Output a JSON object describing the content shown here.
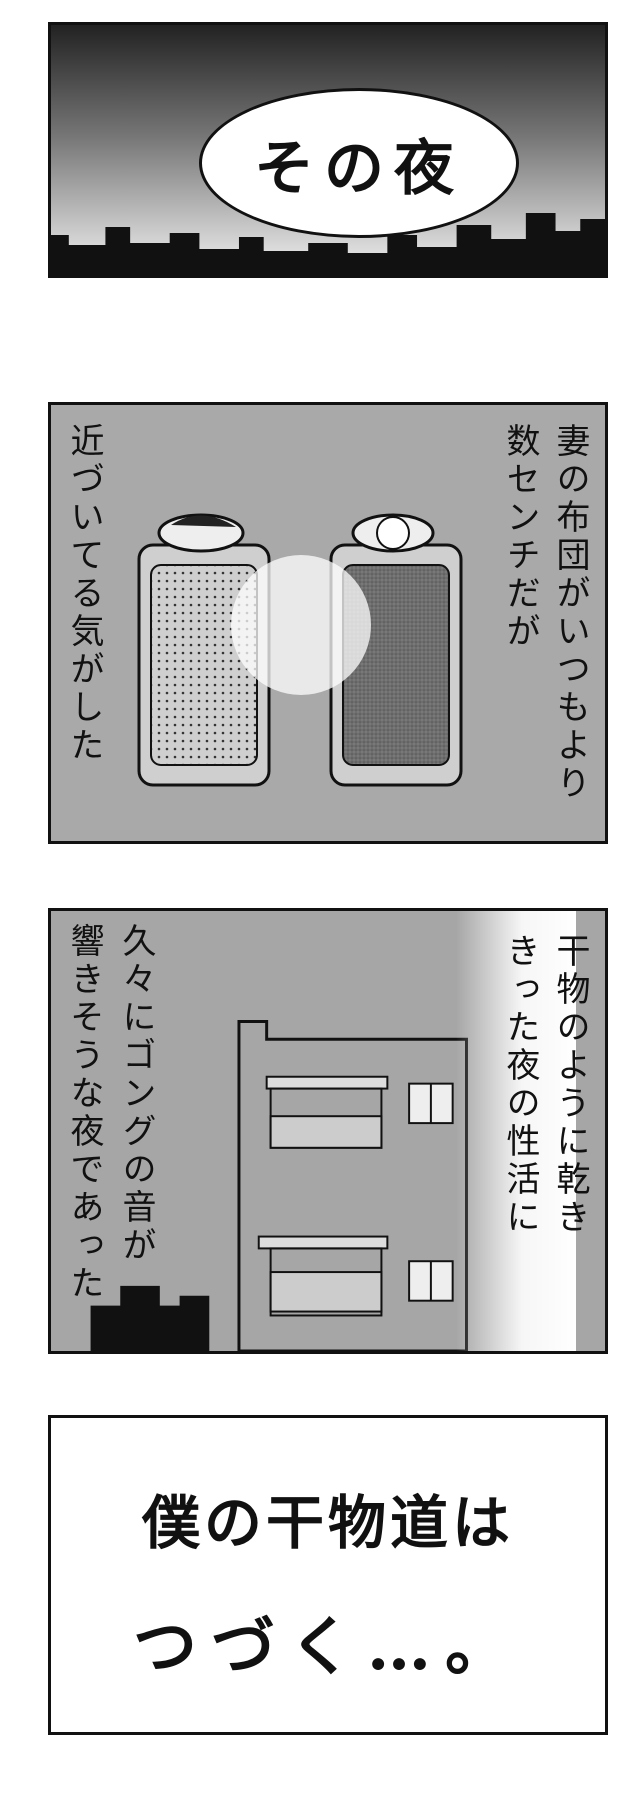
{
  "panel1": {
    "caption": "その夜"
  },
  "panel2": {
    "lines": [
      "妻の布団がいつもより",
      "数センチだが",
      "近づいてる気がした"
    ]
  },
  "panel3": {
    "lines": [
      "干物のように乾き",
      "きった夜の性活に",
      "久々にゴングの音が",
      "響きそうな夜であった"
    ]
  },
  "panel4": {
    "line1": "僕の干物道は",
    "line2": "つづく…。"
  }
}
